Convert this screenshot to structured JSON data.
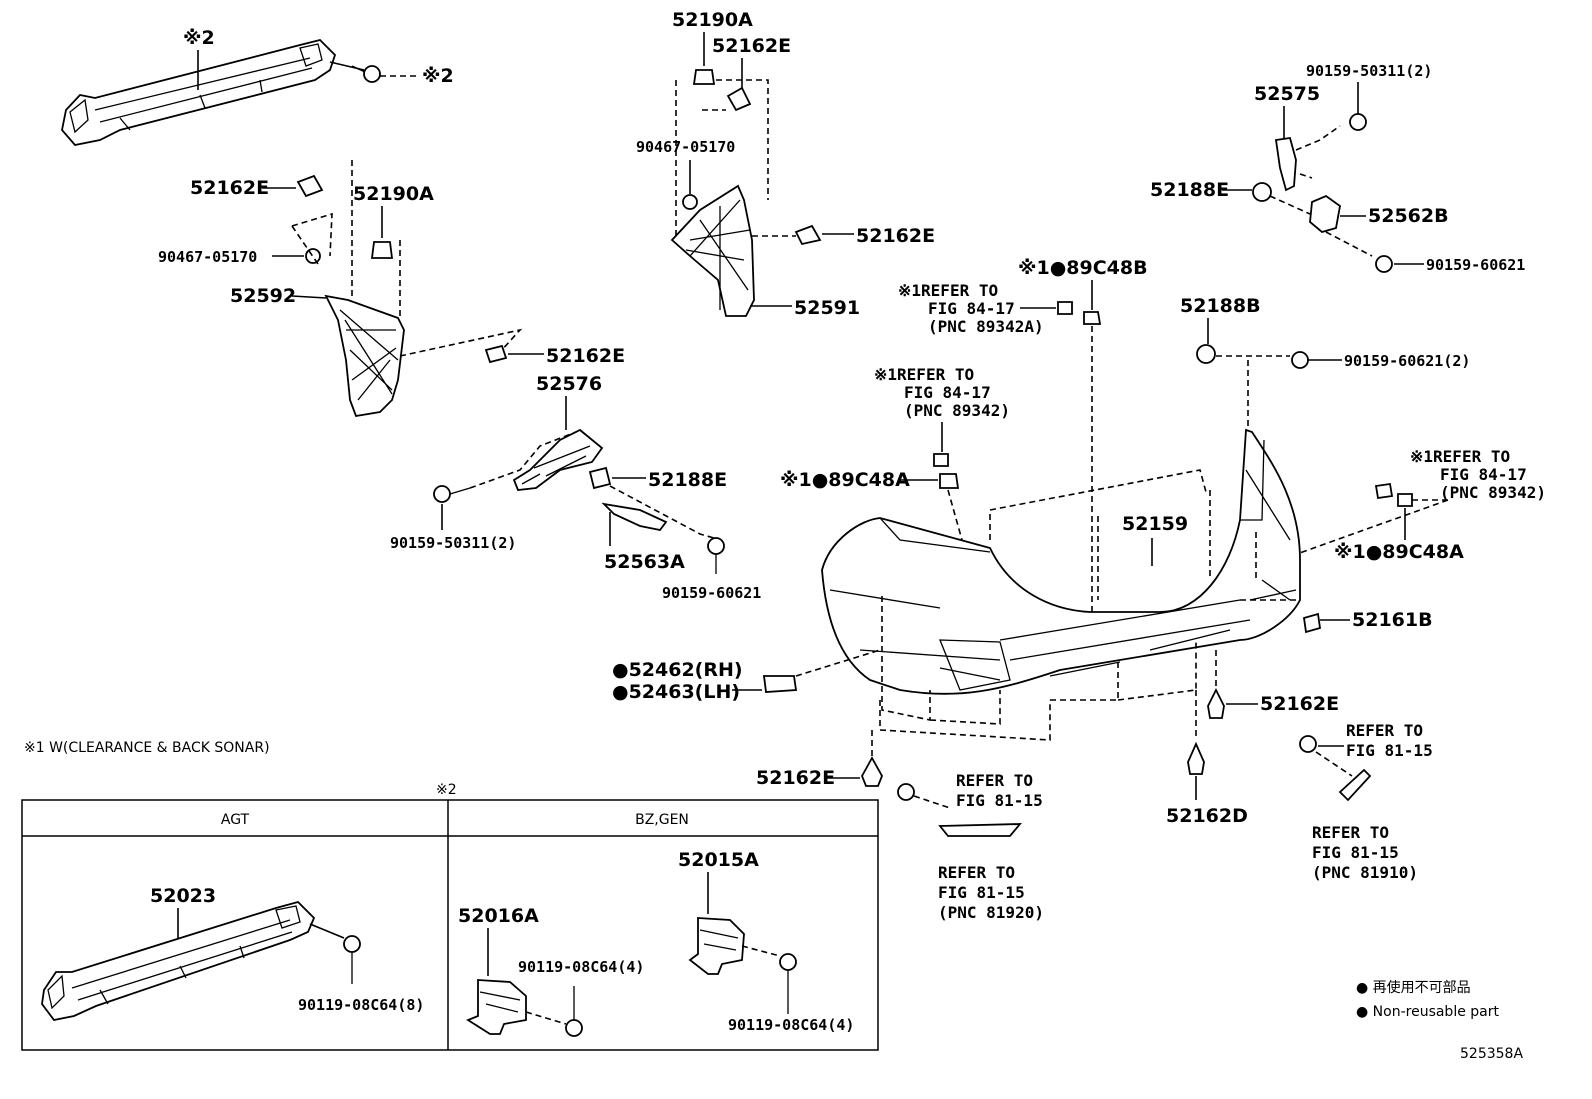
{
  "labels": {
    "p_52190A_a": "52190A",
    "p_52162E_a": "52162E",
    "p_90467_a": "90467-05170",
    "p_52162E_b": "52162E",
    "p_52591": "52591",
    "p_52162E_c": "52162E",
    "p_52190A_b": "52190A",
    "p_90467_b": "90467-05170",
    "p_52592": "52592",
    "p_52162E_d": "52162E",
    "p_52576": "52576",
    "p_52188E_a": "52188E",
    "p_90159_50311_a": "90159-50311(2)",
    "p_52563A": "52563A",
    "p_90159_60621_a": "90159-60621",
    "p_90159_50311_b": "90159-50311(2)",
    "p_52575": "52575",
    "p_52188E_b": "52188E",
    "p_52562B": "52562B",
    "p_90159_60621_b": "90159-60621",
    "p_52188B": "52188B",
    "p_90159_60621_c": "90159-60621(2)",
    "p_89C48B": "※1●89C48B",
    "p_89C48A_a": "※1●89C48A",
    "p_89C48A_b": "※1●89C48A",
    "p_52159": "52159",
    "p_52161B": "52161B",
    "p_52462": "●52462(RH)",
    "p_52463": "●52463(LH)",
    "p_52162E_e": "52162E",
    "p_52162E_f": "52162E",
    "p_52162D": "52162D",
    "p_x2_top_label": "※2",
    "p_x2_top_bolt": "※2"
  },
  "refs": {
    "r1": [
      "※1REFER TO",
      "FIG 84-17",
      "(PNC 89342A)"
    ],
    "r2": [
      "※1REFER TO",
      "FIG 84-17",
      "(PNC 89342)"
    ],
    "r3": [
      "※1REFER TO",
      "FIG 84-17",
      "(PNC 89342)"
    ],
    "r4": [
      "REFER TO",
      "FIG 81-15"
    ],
    "r5": [
      "REFER TO",
      "FIG 81-15",
      "(PNC 81920)"
    ],
    "r6": [
      "REFER TO",
      "FIG 81-15"
    ],
    "r7": [
      "REFER TO",
      "FIG 81-15",
      "(PNC 81910)"
    ]
  },
  "note_x1": "※1 W(CLEARANCE & BACK SONAR)",
  "table": {
    "caption": "※2",
    "col1": "AGT",
    "col2": "BZ,GEN",
    "agt_part": "52023",
    "agt_bolt": "90119-08C64(8)",
    "bz_part_a": "52016A",
    "bz_bolt_a": "90119-08C64(4)",
    "bz_part_b": "52015A",
    "bz_bolt_b": "90119-08C64(4)"
  },
  "legend": {
    "jp": "● 再使用不可部品",
    "en": "● Non-reusable part"
  },
  "diagram_code": "525358A"
}
